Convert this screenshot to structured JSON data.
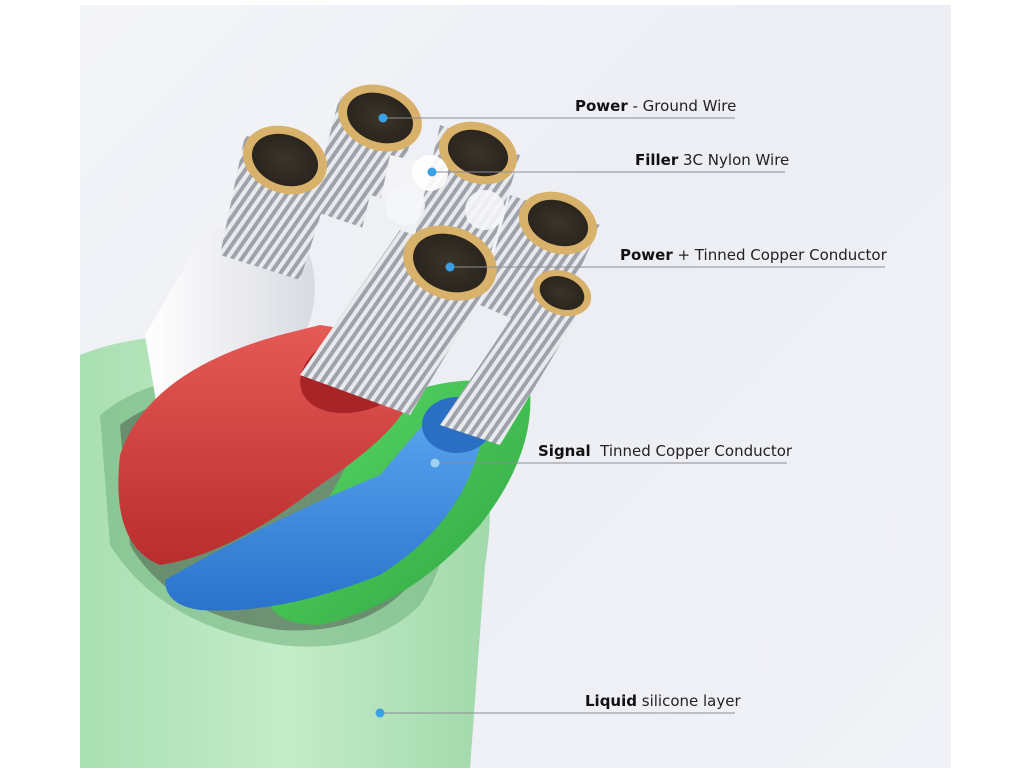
{
  "labels": {
    "power_ground": {
      "bold": "Power",
      "text": " - Ground Wire"
    },
    "filler": {
      "bold": "Filler",
      "text": " 3C Nylon Wire"
    },
    "power_plus": {
      "bold": "Power",
      "text": " + Tinned Copper Conductor"
    },
    "signal": {
      "bold": "Signal",
      "text": "  Tinned Copper Conductor"
    },
    "liquid": {
      "bold": "Liquid",
      "text": " silicone layer"
    }
  },
  "colors": {
    "outer_jacket": "#b9e6bf",
    "white_wire": "#f3f4f7",
    "red_wire": "#d9403f",
    "blue_wire": "#3c8fe3",
    "green_wire": "#48c957",
    "copper_tips": "#d8b16a",
    "callout_dot": "#3aa1e6"
  }
}
